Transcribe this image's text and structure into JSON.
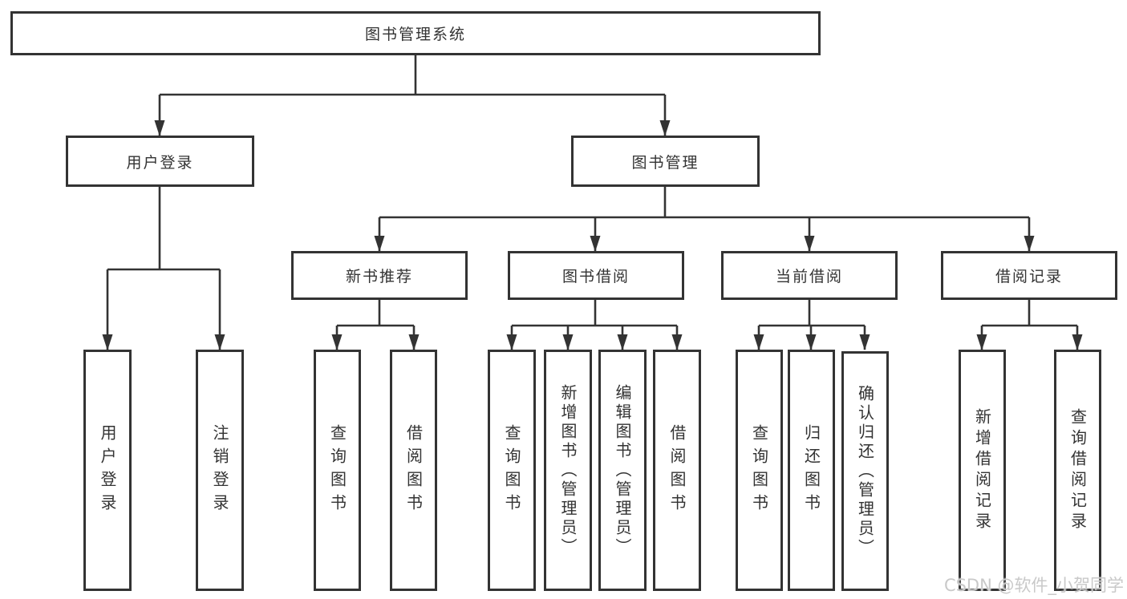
{
  "colors": {
    "line": "#333333",
    "box_border": "#333333",
    "text": "#333333",
    "background": "#ffffff",
    "watermark": "#c9c9c9"
  },
  "watermark": "CSDN @软件_小贺同学",
  "nodes": {
    "root": "图书管理系统",
    "user_login": "用户登录",
    "book_mgmt": "图书管理",
    "new_book_rec": "新书推荐",
    "book_borrow": "图书借阅",
    "current_borrow": "当前借阅",
    "borrow_record": "借阅记录",
    "ul_login": "用户登录",
    "ul_logout": "注销登录",
    "nr_query": "查询图书",
    "nr_borrow": "借阅图书",
    "bb_query": "查询图书",
    "bb_add": "新增图书（管理员）",
    "bb_edit": "编辑图书（管理员）",
    "bb_borrow": "借阅图书",
    "cb_query": "查询图书",
    "cb_return": "归还图书",
    "cb_confirm": "确认归还（管理员）",
    "br_add": "新增借阅记录",
    "br_query": "查询借阅记录"
  }
}
